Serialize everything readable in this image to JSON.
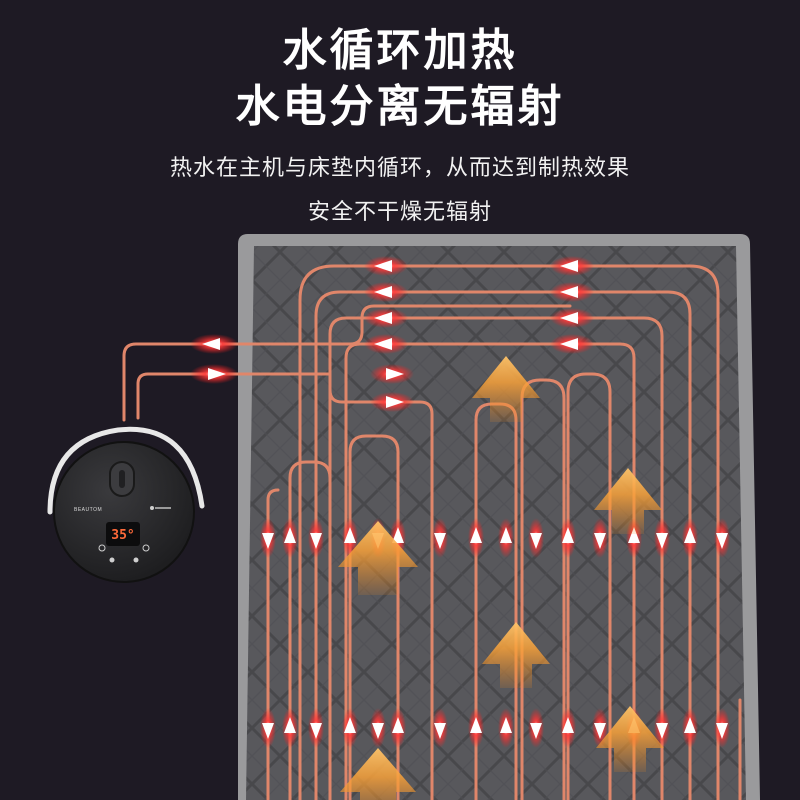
{
  "headline": {
    "line1": "水循环加热",
    "line2": "水电分离无辐射"
  },
  "subtitle": {
    "line1": "热水在主机与床垫内循环，从而达到制热效果",
    "line2": "安全不干燥无辐射"
  },
  "device": {
    "brand": "BEAUTOM",
    "temperature_display": "35°"
  },
  "colors": {
    "background": "#1e1a24",
    "mattress": "#5a5a5e",
    "mattress_border": "#9a9a9c",
    "pipe": "#e0866a",
    "arrow_glow": "#ff2a2a",
    "heat_arrow": "#f5a23a",
    "device_body": "#2b2b2d",
    "display_digits": "#ff6a3a"
  },
  "icons": [
    "flow-arrow-icon",
    "heat-rising-arrow-icon",
    "power-icon",
    "mode-icon",
    "temperature-up-icon",
    "temperature-down-icon"
  ]
}
